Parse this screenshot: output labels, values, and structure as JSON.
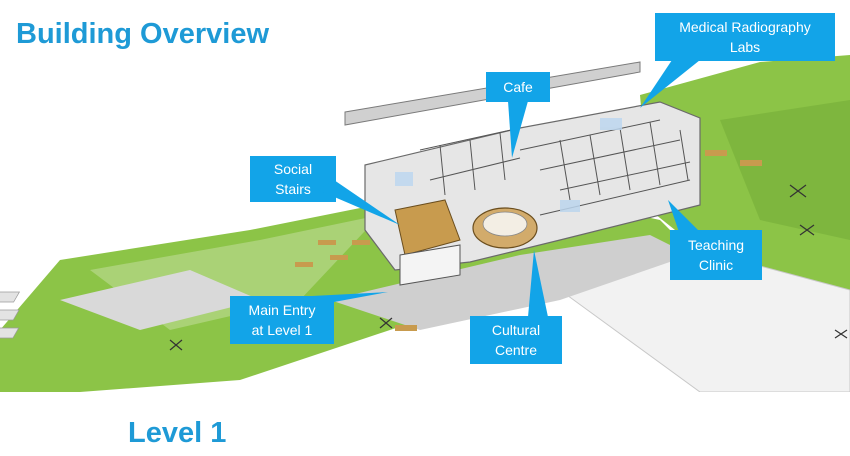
{
  "title": "Building Overview",
  "footer_label": "Level 1",
  "colors": {
    "accent": "#1e9ad6",
    "callout": "#12a4e8",
    "grass": "#8cc447",
    "building": "#e6e6e6"
  },
  "callouts": {
    "medical_radiography": "Medical Radiography\nLabs",
    "cafe": "Cafe",
    "social_stairs": "Social\nStairs",
    "teaching_clinic": "Teaching\nClinic",
    "main_entry": "Main Entry\nat Level 1",
    "cultural_centre": "Cultural\nCentre"
  }
}
